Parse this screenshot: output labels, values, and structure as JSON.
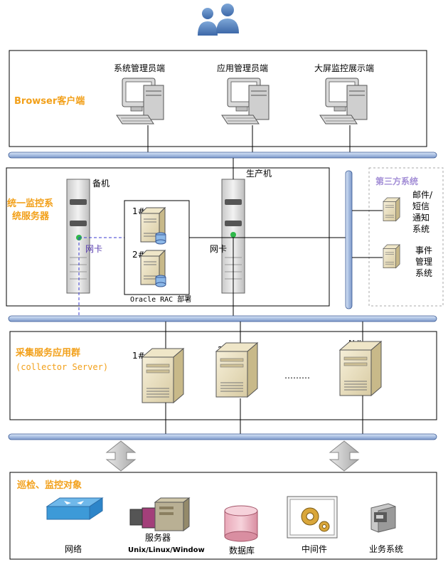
{
  "top_icon": "users-icon",
  "browser": {
    "title": "Browser客户端",
    "clients": [
      "系统管理员端",
      "应用管理员端",
      "大屏监控展示端"
    ]
  },
  "monitor_server": {
    "title_line1": "统一监控系",
    "title_line2": "统服务器",
    "standby_label": "备机",
    "production_label": "生产机",
    "nic_left": "网卡",
    "nic_right": "网卡",
    "db1": "1#",
    "db2": "2#",
    "rac_label": "Oracle RAC 部署"
  },
  "third_party": {
    "title": "第三方系统",
    "mail_lines": [
      "邮件/",
      "短信",
      "通知",
      "系统"
    ],
    "event_lines": [
      "事件",
      "管理",
      "系统"
    ]
  },
  "collector": {
    "title": "采集服务应用群",
    "subtitle": "(collector Server)",
    "server_labels": [
      "1#",
      "2#",
      "N#"
    ],
    "ellipsis": "………"
  },
  "targets": {
    "title": "巡检、监控对象",
    "items": [
      {
        "label": "网络",
        "icon": "router-icon"
      },
      {
        "label": "服务器",
        "sublabel": "Unix/Linux/Window",
        "icon": "server-icon"
      },
      {
        "label": "数据库",
        "icon": "database-icon"
      },
      {
        "label": "中间件",
        "icon": "middleware-icon"
      },
      {
        "label": "业务系统",
        "icon": "business-system-icon"
      }
    ]
  },
  "colors": {
    "bus": "#a9bfe2",
    "bus_stroke": "#3a5a95",
    "accent_orange": "#f2a01a",
    "nic_purple": "#5a3fb0",
    "third_party_title": "#a38ed6"
  }
}
